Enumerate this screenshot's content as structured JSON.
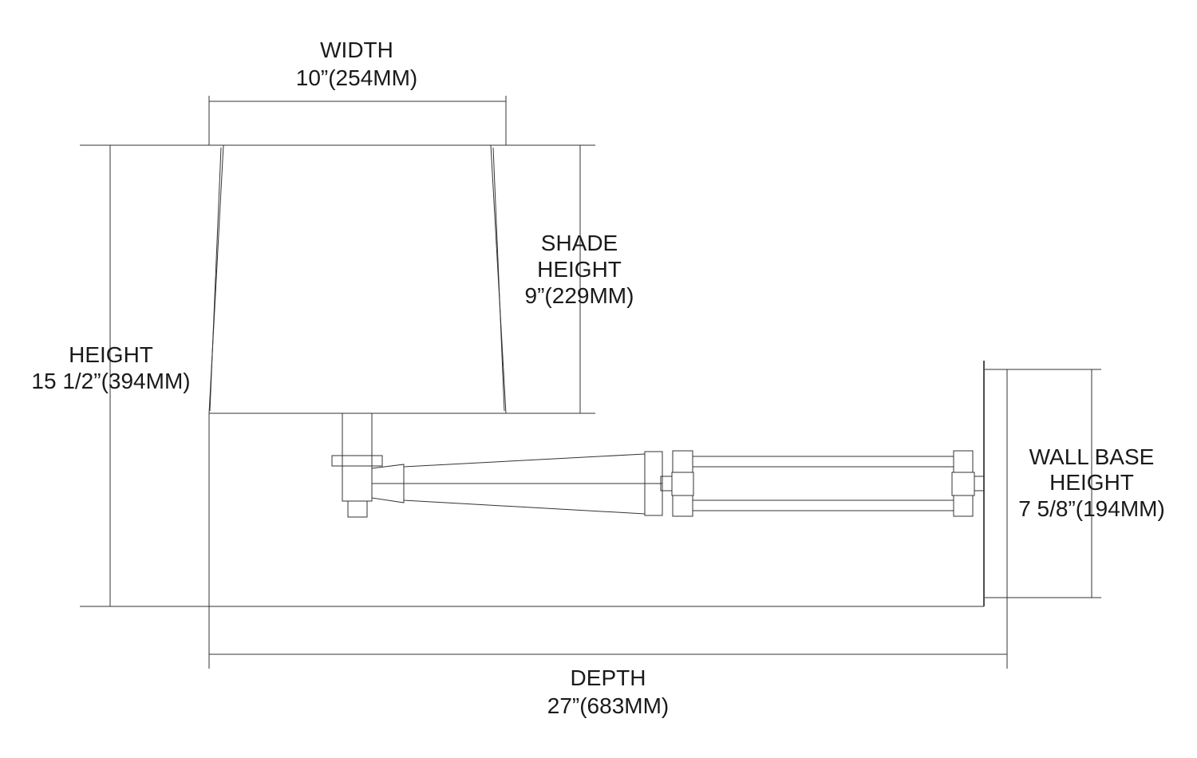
{
  "dimensions": {
    "width": {
      "label": "WIDTH",
      "value": "10”(254MM)"
    },
    "height": {
      "label": "HEIGHT",
      "value": "15 1/2”(394MM)"
    },
    "shade_height": {
      "label1": "SHADE",
      "label2": "HEIGHT",
      "value": "9”(229MM)"
    },
    "wall_base_height": {
      "label1": "WALL BASE",
      "label2": "HEIGHT",
      "value": "7 5/8”(194MM)"
    },
    "depth": {
      "label": "DEPTH",
      "value": "27”(683MM)"
    }
  }
}
